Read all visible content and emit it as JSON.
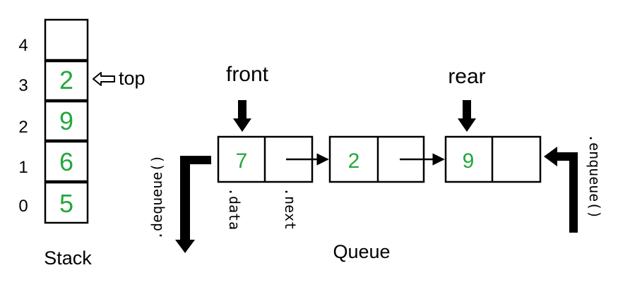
{
  "stack": {
    "title": "Stack",
    "indices": [
      "0",
      "1",
      "2",
      "3",
      "4"
    ],
    "values": [
      "5",
      "6",
      "9",
      "2",
      ""
    ],
    "top_label": "top"
  },
  "queue": {
    "title": "Queue",
    "front_label": "front",
    "rear_label": "rear",
    "nodes": [
      {
        "data": "7"
      },
      {
        "data": "2"
      },
      {
        "data": "9"
      }
    ],
    "data_field_label": ".data",
    "next_field_label": ".next",
    "dequeue_label": ".dequeue()",
    "enqueue_label": ".enqueue()"
  },
  "colors": {
    "value": "#22a83a",
    "stroke": "#000000"
  }
}
